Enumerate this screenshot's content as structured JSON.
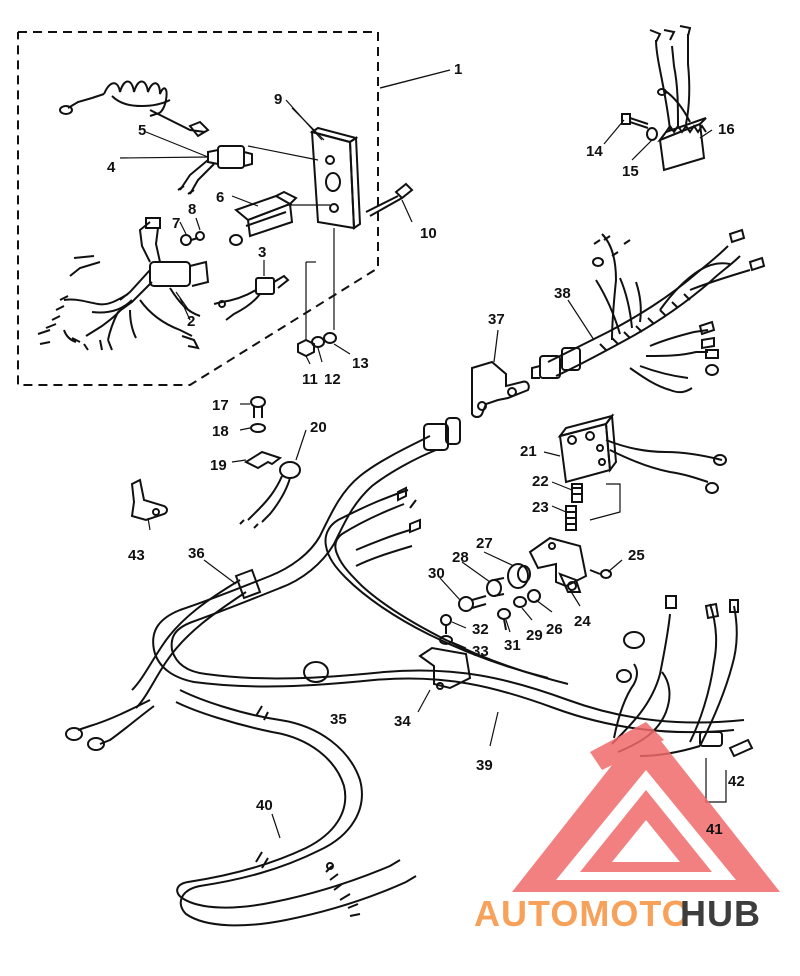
{
  "callouts": [
    "1",
    "2",
    "3",
    "4",
    "5",
    "6",
    "7",
    "8",
    "9",
    "10",
    "11",
    "12",
    "13",
    "14",
    "15",
    "16",
    "17",
    "18",
    "19",
    "20",
    "21",
    "22",
    "23",
    "24",
    "25",
    "26",
    "27",
    "28",
    "29",
    "30",
    "31",
    "32",
    "33",
    "34",
    "35",
    "36",
    "37",
    "38",
    "39",
    "40",
    "41",
    "42",
    "43"
  ],
  "watermark": {
    "part1": "AUTOMOTO",
    "part2": "HUB",
    "color_primary": "#f7a15a",
    "color_secondary": "#3d3d3d",
    "logo_color": "#f06a6a"
  },
  "colors": {
    "line": "#111111",
    "background": "#ffffff"
  }
}
